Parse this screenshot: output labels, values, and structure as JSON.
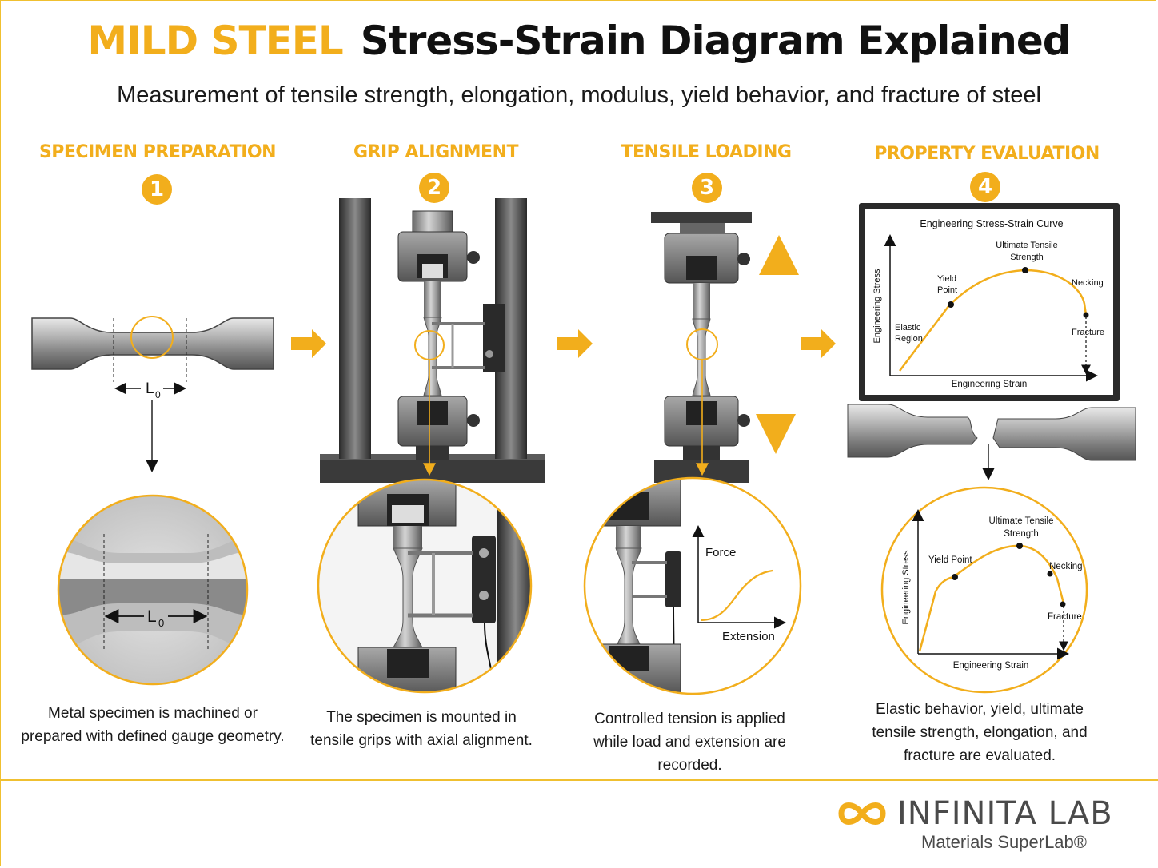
{
  "header": {
    "title_accent": "MILD STEEL",
    "title_main": "Stress-Strain Diagram Explained",
    "subtitle": "Measurement of tensile strength, elongation, modulus, yield behavior, and fracture of steel"
  },
  "steps": [
    {
      "number": "1",
      "label": "SPECIMEN PREPARATION",
      "caption_line1": "Metal specimen is machined or",
      "caption_line2": "prepared with defined gauge geometry."
    },
    {
      "number": "2",
      "label": "GRIP ALIGNMENT",
      "caption_line1": "The specimen is mounted in",
      "caption_line2": "tensile grips with axial alignment."
    },
    {
      "number": "3",
      "label": "TENSILE LOADING",
      "caption_line1": "Controlled tension is applied",
      "caption_line2": "while load and extension are recorded."
    },
    {
      "number": "4",
      "label": "PROPERTY EVALUATION",
      "caption_line1": "Elastic behavior, yield, ultimate",
      "caption_line2": "tensile strength, elongation, and",
      "caption_line3": "fracture are evaluated."
    }
  ],
  "specimen": {
    "gauge_label": "L",
    "gauge_subscript": "0"
  },
  "force_plot": {
    "ylabel": "Force",
    "xlabel": "Extension"
  },
  "monitor_chart": {
    "title": "Engineering Stress-Strain Curve",
    "ylabel": "Engineering Stress",
    "xlabel": "Engineering Strain",
    "elastic_line1": "Elastic",
    "elastic_line2": "Region",
    "yield_line1": "Yield",
    "yield_line2": "Point",
    "uts_line1": "Ultimate Tensile",
    "uts_line2": "Strength",
    "necking": "Necking",
    "fracture": "Fracture"
  },
  "zoom_chart": {
    "ylabel": "Engineering Stress",
    "xlabel": "Engineering Strain",
    "yield": "Yield Point",
    "uts_line1": "Ultimate Tensile",
    "uts_line2": "Strength",
    "necking": "Necking",
    "fracture": "Fracture"
  },
  "brand": {
    "name": "INFINITA LAB",
    "tagline": "Materials SuperLab®"
  },
  "colors": {
    "accent": "#f2ae1c",
    "text": "#111111",
    "steel": "#9a9a9a"
  }
}
